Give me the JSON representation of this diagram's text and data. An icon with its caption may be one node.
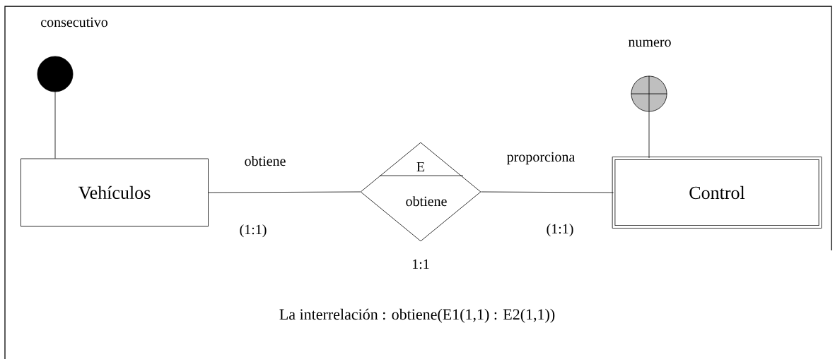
{
  "diagram": {
    "caption": "La interrelación : obtiene(E1(1,1) : E2(1,1))",
    "nodes": [
      {
        "text": [
          "consecutivo"
        ]
      },
      {
        "text": [
          "Vehículos"
        ]
      },
      {
        "text": [
          "E",
          "obtiene"
        ],
        "beside": [
          "1:1"
        ]
      },
      {
        "text": [
          "Control"
        ]
      },
      {
        "text": [
          "numero"
        ]
      }
    ],
    "edges": [
      {
        "from": 0,
        "to": 1,
        "arrow": "none"
      },
      {
        "from": 1,
        "to": 2,
        "arrow": "none",
        "label": "obtiene"
      },
      {
        "from": 2,
        "to": 3,
        "arrow": "none",
        "label": "proporciona"
      },
      {
        "from": 4,
        "to": 3,
        "arrow": "none"
      }
    ],
    "labels": [
      "(1:1)",
      "(1:1)"
    ]
  }
}
